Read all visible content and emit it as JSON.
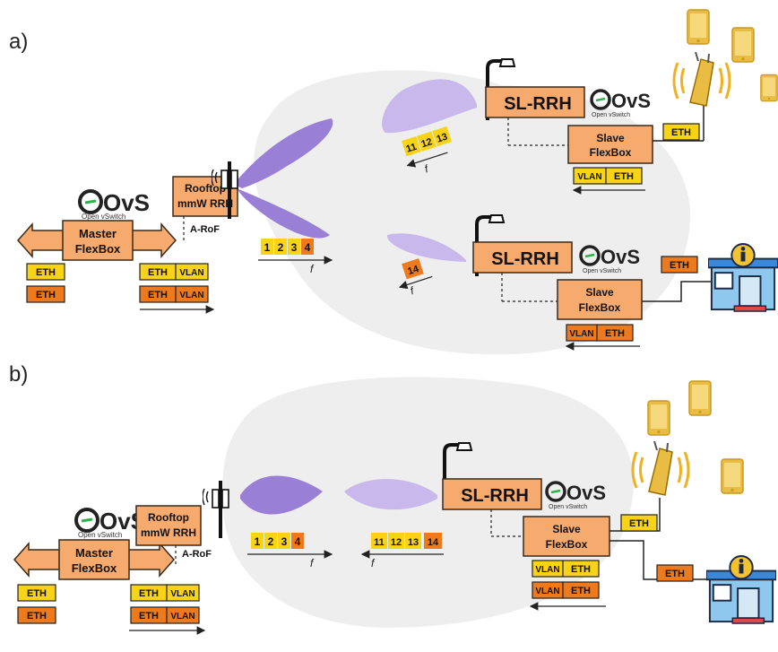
{
  "panels": [
    {
      "id": "a",
      "panel_label": "a)",
      "ovs_logo": {
        "word": "OvS",
        "sub": "Open vSwitch"
      },
      "master": {
        "label_line1": "Master",
        "label_line2": "FlexBox",
        "eth": "ETH",
        "vlan": "VLAN"
      },
      "rooftop": {
        "label_line1": "Rooftop",
        "label_line2": "mmW RRH",
        "aroF": "A-RoF"
      },
      "channels_main": [
        "1",
        "2",
        "3",
        "4"
      ],
      "freq_symbol": "f",
      "slrrh_top": {
        "label": "SL-RRH",
        "slave_line1": "Slave",
        "slave_line2": "FlexBox",
        "eth": "ETH",
        "vlan": "VLAN",
        "channels": [
          "11",
          "12",
          "13"
        ]
      },
      "slrrh_bottom": {
        "label": "SL-RRH",
        "slave_line1": "Slave",
        "slave_line2": "FlexBox",
        "eth": "ETH",
        "vlan": "VLAN",
        "channels": [
          "14"
        ]
      }
    },
    {
      "id": "b",
      "panel_label": "b)",
      "ovs_logo": {
        "word": "OvS",
        "sub": "Open vSwitch"
      },
      "master": {
        "label_line1": "Master",
        "label_line2": "FlexBox",
        "eth": "ETH",
        "vlan": "VLAN"
      },
      "rooftop": {
        "label_line1": "Rooftop",
        "label_line2": "mmW RRH",
        "aroF": "A-RoF"
      },
      "channels_main": [
        "1",
        "2",
        "3",
        "4"
      ],
      "freq_symbol": "f",
      "slrrh": {
        "label": "SL-RRH",
        "slave_line1": "Slave",
        "slave_line2": "FlexBox",
        "eth": "ETH",
        "vlan": "VLAN",
        "channels": [
          "11",
          "12",
          "13",
          "14"
        ]
      }
    }
  ],
  "colors": {
    "box_orange": "#f7aa6e",
    "box_border": "#3a2a1a",
    "tag_yellow": "#f8d316",
    "tag_orange": "#ee7a1e",
    "beam_purple": "#9a7fd6",
    "beam_light": "#c9b8ec",
    "cloud_gray": "#eeeeee",
    "phone_gold": "#e9bd44"
  },
  "icons": [
    "ovs-logo",
    "antenna-icon",
    "lamp-post-icon",
    "phone-icon",
    "wifi-router-icon",
    "shop-icon"
  ]
}
